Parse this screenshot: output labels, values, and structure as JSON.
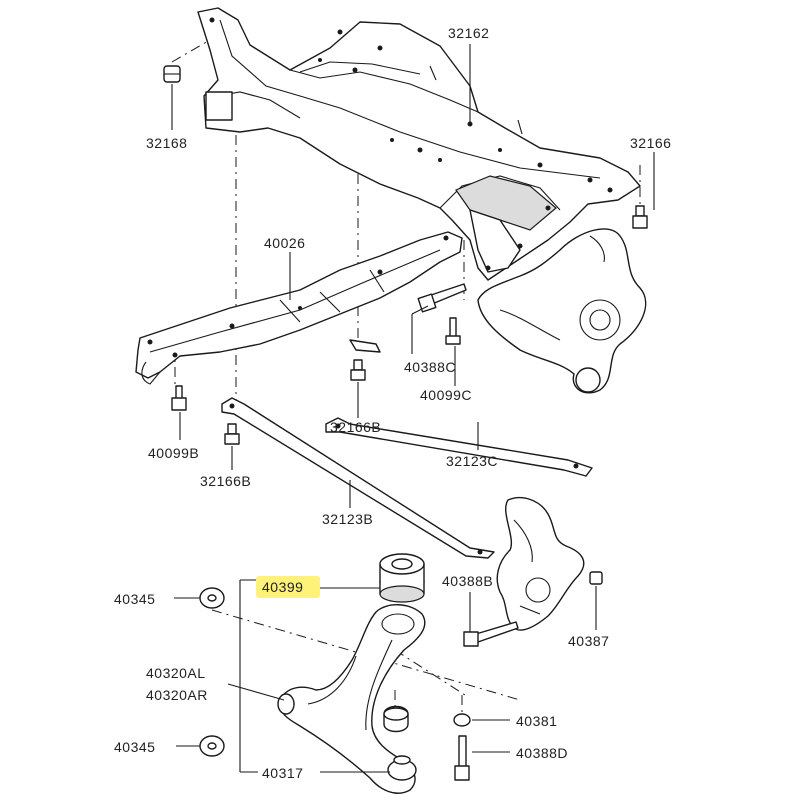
{
  "labels": {
    "p32162": "32162",
    "p32168": "32168",
    "p32166": "32166",
    "p40026": "40026",
    "p40388C": "40388C",
    "p40099C": "40099C",
    "p32166B_1": "32166B",
    "p40099B": "40099B",
    "p32166B_2": "32166B",
    "p32123C": "32123C",
    "p32123B": "32123B",
    "p40345_1": "40345",
    "p40399": "40399",
    "p40388B": "40388B",
    "p40387": "40387",
    "p40320AL": "40320AL",
    "p40320AR": "40320AR",
    "p40381": "40381",
    "p40345_2": "40345",
    "p40317": "40317",
    "p40388D": "40388D"
  },
  "highlight": {
    "part": "40399",
    "color": "#fff27a"
  }
}
